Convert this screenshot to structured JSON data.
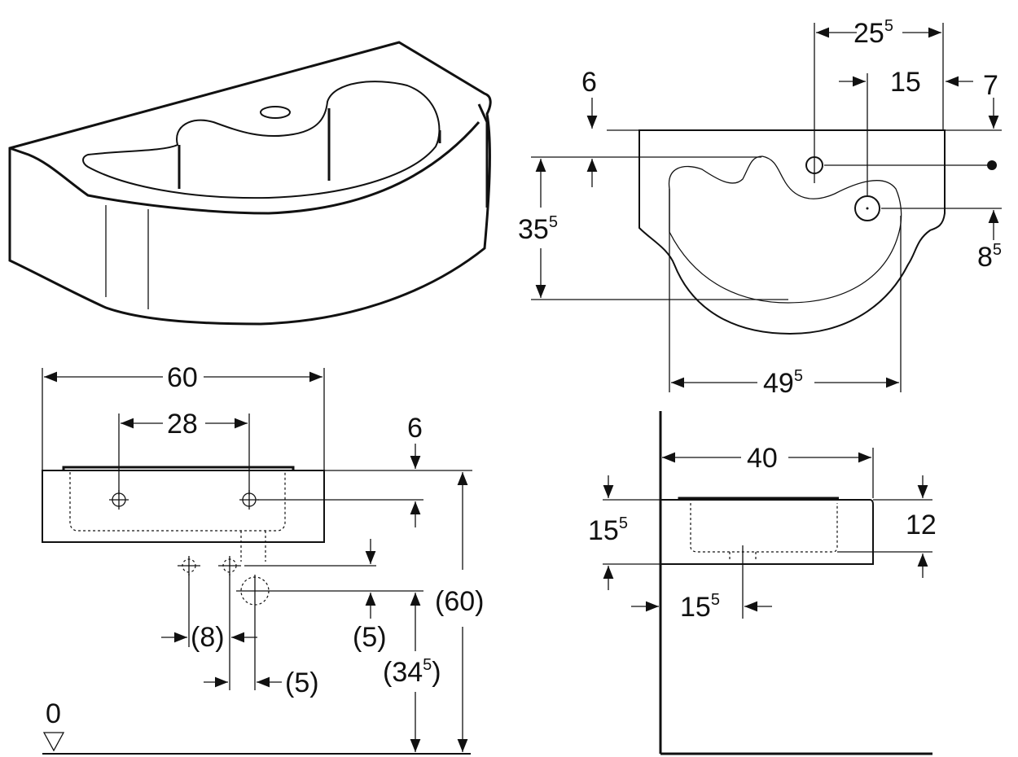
{
  "top_view": {
    "width_255": {
      "main": "25",
      "sup": "5"
    },
    "offset_15": "15",
    "edge_7": "7",
    "edge_6": "6",
    "depth_355": {
      "main": "35",
      "sup": "5"
    },
    "hole_85": {
      "main": "8",
      "sup": "5"
    },
    "bowl_495": {
      "main": "49",
      "sup": "5"
    }
  },
  "front_view": {
    "width_60": "60",
    "holes_28": "28",
    "top_6": "6",
    "h_60": "(60)",
    "h_345": {
      "main": "(34",
      "sup": "5",
      "close": ")"
    },
    "v_5": "(5)",
    "h_8": "(8)",
    "h_5": "(5)",
    "floor_0": "0"
  },
  "side_view": {
    "depth_40": "40",
    "h_155": {
      "main": "15",
      "sup": "5"
    },
    "h_12": "12",
    "off_155": {
      "main": "15",
      "sup": "5"
    }
  }
}
